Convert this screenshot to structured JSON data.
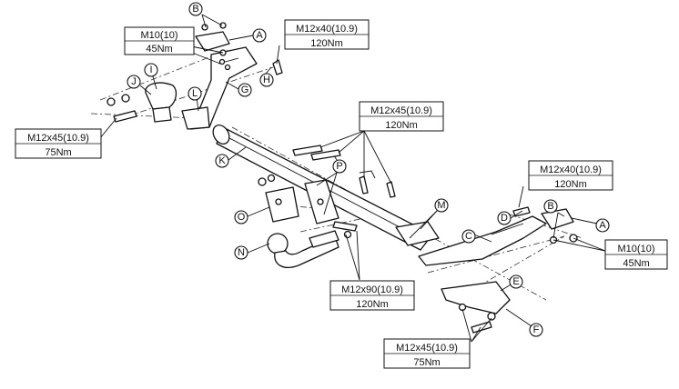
{
  "callouts": {
    "A_top": "A",
    "B_top": "B",
    "G": "G",
    "H": "H",
    "I": "I",
    "J": "J",
    "L": "L",
    "K": "K",
    "P": "P",
    "M": "M",
    "O": "O",
    "N": "N",
    "C": "C",
    "D": "D",
    "B_right": "B",
    "A_right": "A",
    "E": "E",
    "F": "F"
  },
  "specs": {
    "top_left": {
      "size": "M10(10)",
      "torque": "45Nm"
    },
    "top_mid": {
      "size": "M12x40(10.9)",
      "torque": "120Nm"
    },
    "left": {
      "size": "M12x45(10.9)",
      "torque": "75Nm"
    },
    "center": {
      "size": "M12x45(10.9)",
      "torque": "120Nm"
    },
    "right_upper": {
      "size": "M12x40(10.9)",
      "torque": "120Nm"
    },
    "right_lower": {
      "size": "M10(10)",
      "torque": "45Nm"
    },
    "bottom_mid": {
      "size": "M12x90(10.9)",
      "torque": "120Nm"
    },
    "bottom": {
      "size": "M12x45(10.9)",
      "torque": "75Nm"
    }
  }
}
